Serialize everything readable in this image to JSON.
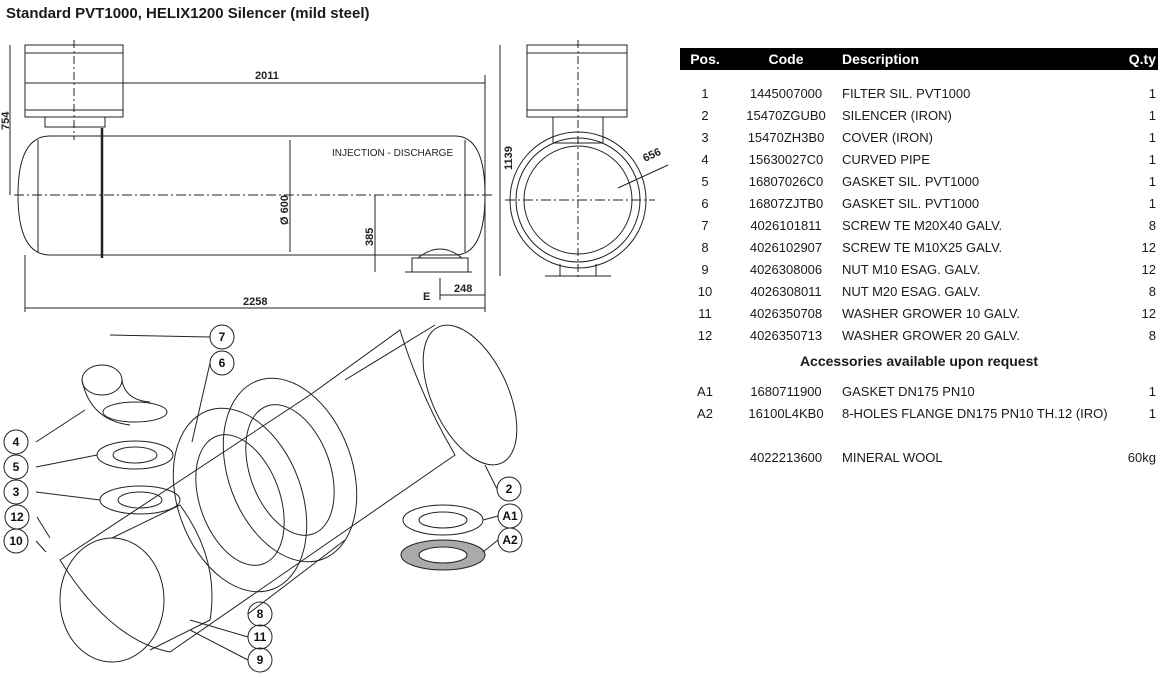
{
  "title": "Standard PVT1000, HELIX1200 Silencer (mild steel)",
  "drawing": {
    "dim_2011": "2011",
    "dim_754": "754",
    "dim_600": "Ø 600",
    "dim_385": "385",
    "dim_2258": "2258",
    "dim_248": "248",
    "dim_E": "E",
    "dim_1139": "1139",
    "dim_656": "656",
    "injection_label": "INJECTION - DISCHARGE"
  },
  "callouts": [
    "7",
    "6",
    "4",
    "5",
    "3",
    "12",
    "10",
    "2",
    "A1",
    "A2",
    "8",
    "11",
    "9"
  ],
  "table": {
    "headers": {
      "pos": "Pos.",
      "code": "Code",
      "description": "Description",
      "qty": "Q.ty"
    },
    "rows": [
      {
        "pos": "1",
        "code": "1445007000",
        "description": "FILTER SIL. PVT1000",
        "qty": "1"
      },
      {
        "pos": "2",
        "code": "15470ZGUB0",
        "description": "SILENCER (IRON)",
        "qty": "1"
      },
      {
        "pos": "3",
        "code": "15470ZH3B0",
        "description": "COVER (IRON)",
        "qty": "1"
      },
      {
        "pos": "4",
        "code": "15630027C0",
        "description": "CURVED PIPE",
        "qty": "1"
      },
      {
        "pos": "5",
        "code": "16807026C0",
        "description": "GASKET SIL. PVT1000",
        "qty": "1"
      },
      {
        "pos": "6",
        "code": "16807ZJTB0",
        "description": "GASKET SIL. PVT1000",
        "qty": "1"
      },
      {
        "pos": "7",
        "code": "4026101811",
        "description": "SCREW TE M20X40 GALV.",
        "qty": "8"
      },
      {
        "pos": "8",
        "code": "4026102907",
        "description": "SCREW TE M10X25 GALV.",
        "qty": "12"
      },
      {
        "pos": "9",
        "code": "4026308006",
        "description": "NUT M10 ESAG. GALV.",
        "qty": "12"
      },
      {
        "pos": "10",
        "code": "4026308011",
        "description": "NUT M20 ESAG. GALV.",
        "qty": "8"
      },
      {
        "pos": "11",
        "code": "4026350708",
        "description": "WASHER GROWER 10 GALV.",
        "qty": "12"
      },
      {
        "pos": "12",
        "code": "4026350713",
        "description": "WASHER GROWER 20 GALV.",
        "qty": "8"
      }
    ],
    "accessories_title": "Accessories available upon request",
    "accessories": [
      {
        "pos": "A1",
        "code": "1680711900",
        "description": "GASKET DN175 PN10",
        "qty": "1"
      },
      {
        "pos": "A2",
        "code": "16100L4KB0",
        "description": "8-HOLES FLANGE DN175 PN10 TH.12 (IRO)",
        "qty": "1"
      }
    ],
    "extra": {
      "pos": "",
      "code": "4022213600",
      "description": "MINERAL WOOL",
      "qty": "60kg"
    }
  }
}
